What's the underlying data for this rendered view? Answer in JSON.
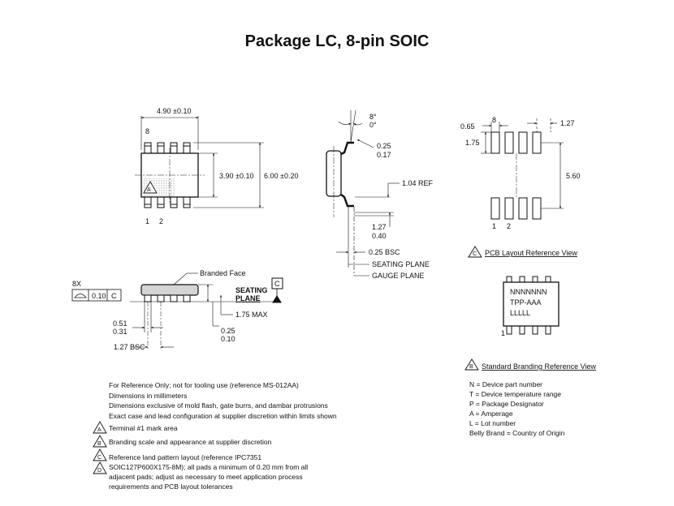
{
  "title": "Package LC, 8-pin SOIC",
  "top_view": {
    "width_dim": "4.90 ±0.10",
    "body_width_dim": "3.90 ±0.10",
    "overall_width_dim": "6.00 ±0.20",
    "pin8": "8",
    "pin1": "1",
    "pin2": "2",
    "mark_area": "A"
  },
  "side_view": {
    "angle_max": "8°",
    "angle_min": "0°",
    "lead_thk_max": "0.25",
    "lead_thk_min": "0.17",
    "ref": "1.04 REF",
    "foot_max": "1.27",
    "foot_min": "0.40",
    "bsc": "0.25 BSC",
    "seating": "SEATING PLANE",
    "gauge": "GAUGE PLANE"
  },
  "front_view": {
    "branded_face": "Branded Face",
    "count": "8X",
    "tolerance": "0.10",
    "datum": "C",
    "seating_1": "SEATING",
    "seating_2": "PLANE",
    "height": "1.75 MAX",
    "lead_w_max": "0.51",
    "lead_w_min": "0.31",
    "standoff_max": "0.25",
    "standoff_min": "0.10",
    "pitch": "1.27 BSC"
  },
  "pcb_view": {
    "pad_w": "0.65",
    "pin8": "8",
    "pitch": "1.27",
    "pad_h": "1.75",
    "span": "5.60",
    "pin1": "1",
    "pin2": "2",
    "marker": "C",
    "caption": "PCB Layout Reference View"
  },
  "branding_view": {
    "line1": "NNNNNNN",
    "line2": "TPP-AAA",
    "line3": "LLLLL",
    "pin1": "1",
    "marker": "B",
    "caption": "Standard Branding Reference View"
  },
  "legend": [
    "N = Device part number",
    "T = Device temperature range",
    "P = Package Designator",
    "A = Amperage",
    "L = Lot number",
    "Belly Brand = Country of Origin"
  ],
  "notes": [
    "For Reference Only; not for tooling use (reference MS-012AA)",
    "Dimensions in millimeters",
    "Dimensions exclusive of mold flash, gate burrs, and dambar protrusions",
    "Exact case and lead configuration at supplier discretion within limits shown"
  ],
  "footnotes": {
    "a_mark": "A",
    "a_text": "Terminal #1 mark area",
    "b_mark": "B",
    "b_text": "Branding scale and appearance at supplier discretion",
    "c_mark": "C",
    "c_text_1": "Reference land pattern layout (reference IPC7351",
    "c_text_2": "SOIC127P600X175-8M);  all pads a minimum of 0.20 mm from all",
    "c_text_3": "adjacent pads; adjust as necessary to meet application process",
    "c_text_4": "requirements and PCB layout tolerances",
    "d_mark": "D"
  }
}
